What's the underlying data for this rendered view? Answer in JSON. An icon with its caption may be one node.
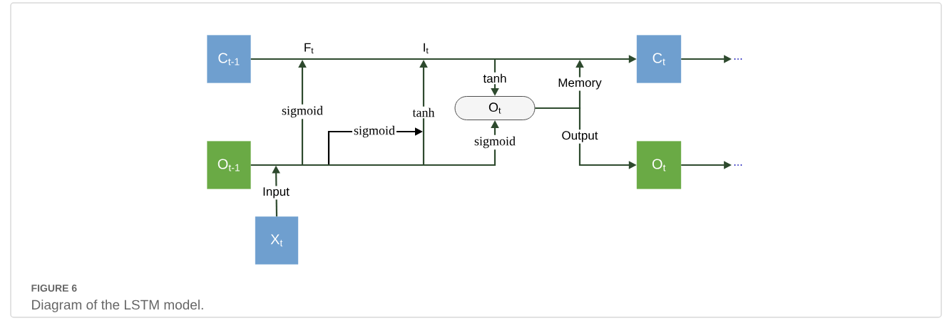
{
  "diagram": {
    "caption": "Diagram of the LSTM model.",
    "nodes": [
      {
        "text": [
          "C$_{t-1}$"
        ]
      },
      {
        "text": [
          "O$_{t-1}$"
        ]
      },
      {
        "text": [
          "X$_{t}$"
        ]
      },
      {
        "text": [
          "O$_{t}$"
        ]
      },
      {
        "text": [
          "C$_{t}$"
        ]
      },
      {
        "text": [
          "O$_{t}$"
        ]
      },
      {
        "text": [
          "..."
        ]
      },
      {
        "text": [
          "..."
        ]
      }
    ],
    "edges": [
      {
        "from": 0,
        "to": 4,
        "arrow": "to"
      },
      {
        "from": 4,
        "to": 6,
        "arrow": "to"
      },
      {
        "from": 5,
        "to": 7,
        "arrow": "to"
      },
      {
        "from": 2,
        "to": null,
        "arrow": "to",
        "label": "Input"
      },
      {
        "from": 1,
        "to": 3,
        "arrow": "to",
        "label": "sigmoid"
      },
      {
        "from": 3,
        "to": 5,
        "arrow": "to",
        "label": "Output"
      },
      {
        "from": 3,
        "to": null,
        "arrow": "to",
        "label": "Memory"
      },
      {
        "from": null,
        "to": 3,
        "arrow": "to",
        "label": "tanh"
      }
    ],
    "labels": [
      "F$_{t}$",
      "I$_{t}$",
      "sigmoid",
      "tanh",
      "sigmoid",
      "FIGURE 6"
    ]
  }
}
